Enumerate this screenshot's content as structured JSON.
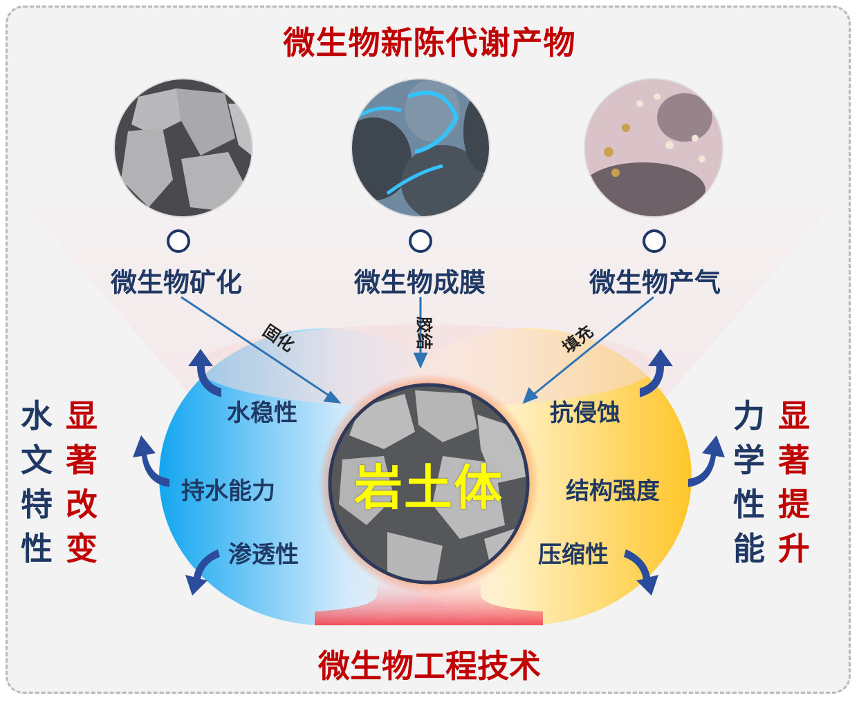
{
  "title_top": "微生物新陈代谢产物",
  "title_bottom": "微生物工程技术",
  "processes": {
    "mineralization": "微生物矿化",
    "film": "微生物成膜",
    "gas": "微生物产气"
  },
  "actions": {
    "solidify": "固化",
    "cement": "胶结",
    "fill": "填充"
  },
  "center": "岩土体",
  "left_properties": {
    "water_stability": "水稳性",
    "water_holding": "持水能力",
    "permeability": "渗透性"
  },
  "right_properties": {
    "erosion": "抗侵蚀",
    "strength": "结构强度",
    "compressibility": "压缩性"
  },
  "left_side": {
    "col1": [
      "水",
      "文",
      "特",
      "性"
    ],
    "col2": [
      "显",
      "著",
      "改",
      "变"
    ]
  },
  "right_side": {
    "col1": [
      "力",
      "学",
      "性",
      "能"
    ],
    "col2": [
      "显",
      "著",
      "提",
      "升"
    ]
  },
  "colors": {
    "title_red": "#c00000",
    "navy": "#1f3864",
    "arrow_blue": "#2e74b5",
    "center_label": "#ffff00"
  }
}
